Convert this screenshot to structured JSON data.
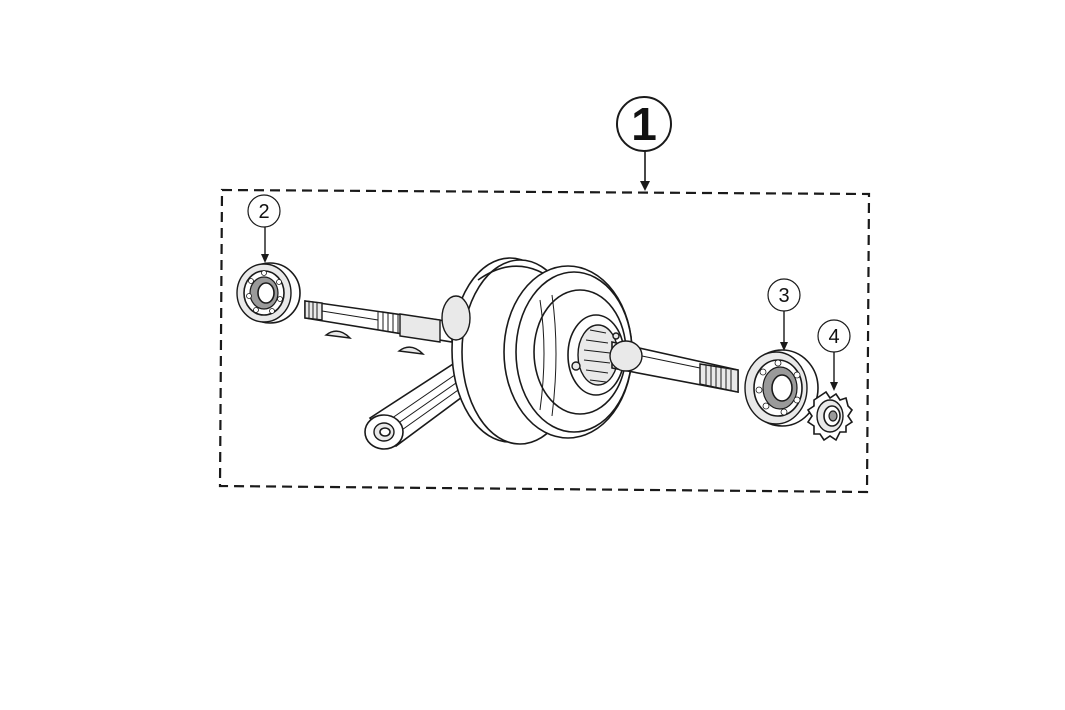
{
  "diagram": {
    "type": "exploded-parts-diagram",
    "callouts": [
      {
        "id": "callout-1",
        "label": "1"
      },
      {
        "id": "callout-2",
        "label": "2"
      },
      {
        "id": "callout-3",
        "label": "3"
      },
      {
        "id": "callout-4",
        "label": "4"
      }
    ],
    "parts": [
      {
        "callout": "1",
        "icon": "crankshaft-assembly-icon"
      },
      {
        "callout": "2",
        "icon": "ball-bearing-icon"
      },
      {
        "callout": "3",
        "icon": "ball-bearing-icon"
      },
      {
        "callout": "4",
        "icon": "sprocket-gear-icon"
      }
    ],
    "colors": {
      "line": "#1a1a1a",
      "background": "#ffffff"
    }
  }
}
